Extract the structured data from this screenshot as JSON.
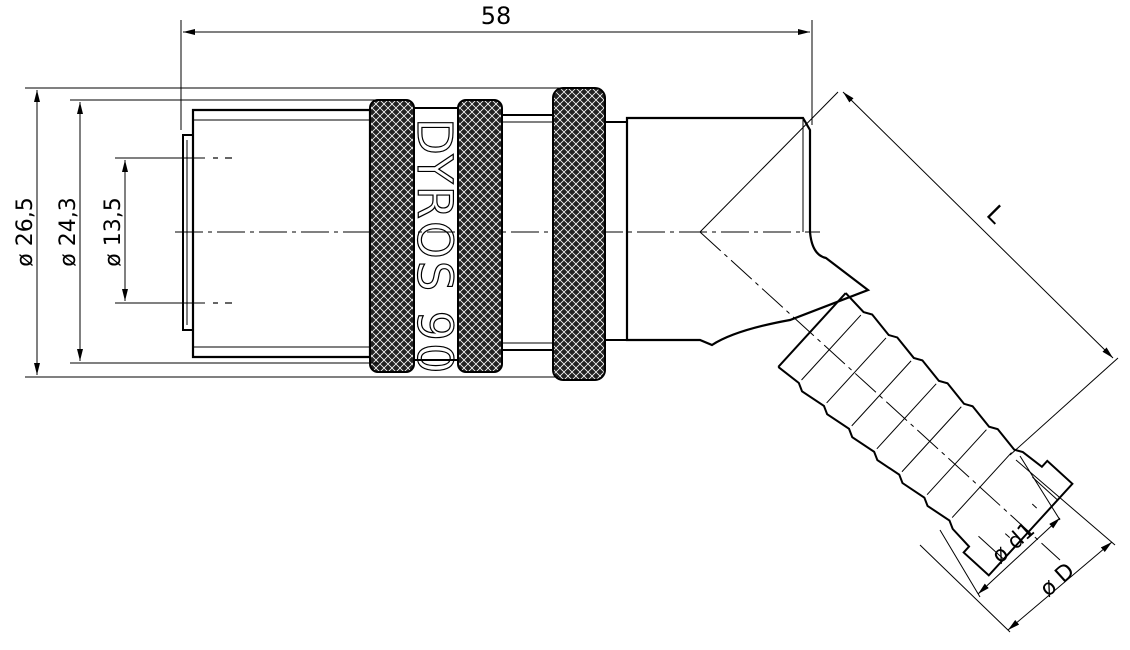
{
  "dimensions": {
    "overall_length": "58",
    "dia_outer": "ø 26,5",
    "dia_body": "ø 24,3",
    "dia_bore": "ø 13,5",
    "length_l": "L",
    "dia_d1": "ø d1",
    "dia_D": "ø D"
  },
  "brand_text": "DYROS 90",
  "colors": {
    "line": "#000000",
    "background": "#ffffff",
    "knurl_fill": "#1a1a1a"
  }
}
